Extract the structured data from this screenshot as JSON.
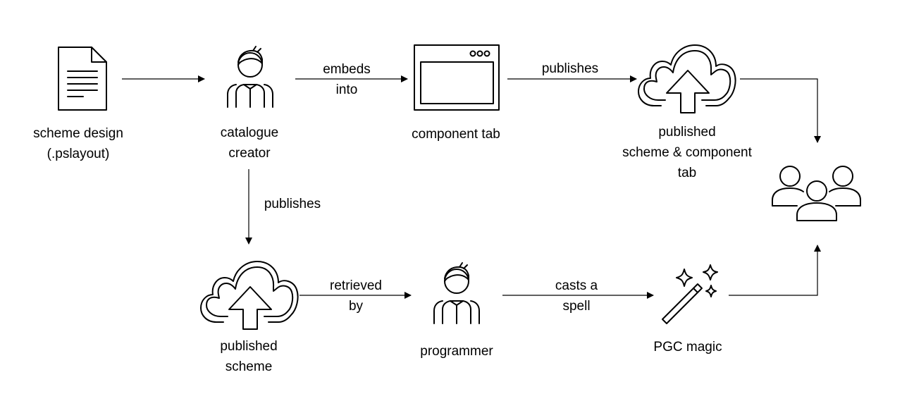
{
  "nodes": {
    "scheme_design": {
      "lines": [
        "scheme design",
        "(.pslayout)"
      ],
      "icon": "document-icon"
    },
    "catalogue_creator": {
      "lines": [
        "catalogue",
        "creator"
      ],
      "icon": "person-icon"
    },
    "component_tab": {
      "lines": [
        "component tab"
      ],
      "icon": "browser-window-icon"
    },
    "published_scheme_component_tab": {
      "lines": [
        "published",
        "scheme & component",
        "tab"
      ],
      "icon": "cloud-upload-icon"
    },
    "users": {
      "icon": "user-group-icon"
    },
    "published_scheme": {
      "lines": [
        "published",
        "scheme"
      ],
      "icon": "cloud-upload-icon"
    },
    "programmer": {
      "lines": [
        "programmer"
      ],
      "icon": "person-icon"
    },
    "pgc_magic": {
      "lines": [
        "PGC magic"
      ],
      "icon": "magic-wand-icon"
    }
  },
  "edges": {
    "design_to_creator": {
      "lines": []
    },
    "creator_to_tab": {
      "lines": [
        "embeds",
        "into"
      ]
    },
    "tab_to_published": {
      "lines": [
        "publishes"
      ]
    },
    "published_to_users": {
      "lines": []
    },
    "creator_to_scheme": {
      "lines": [
        "publishes"
      ]
    },
    "scheme_to_programmer": {
      "lines": [
        "retrieved",
        "by"
      ]
    },
    "programmer_to_magic": {
      "lines": [
        "casts a",
        "spell"
      ]
    },
    "magic_to_users": {
      "lines": []
    }
  }
}
